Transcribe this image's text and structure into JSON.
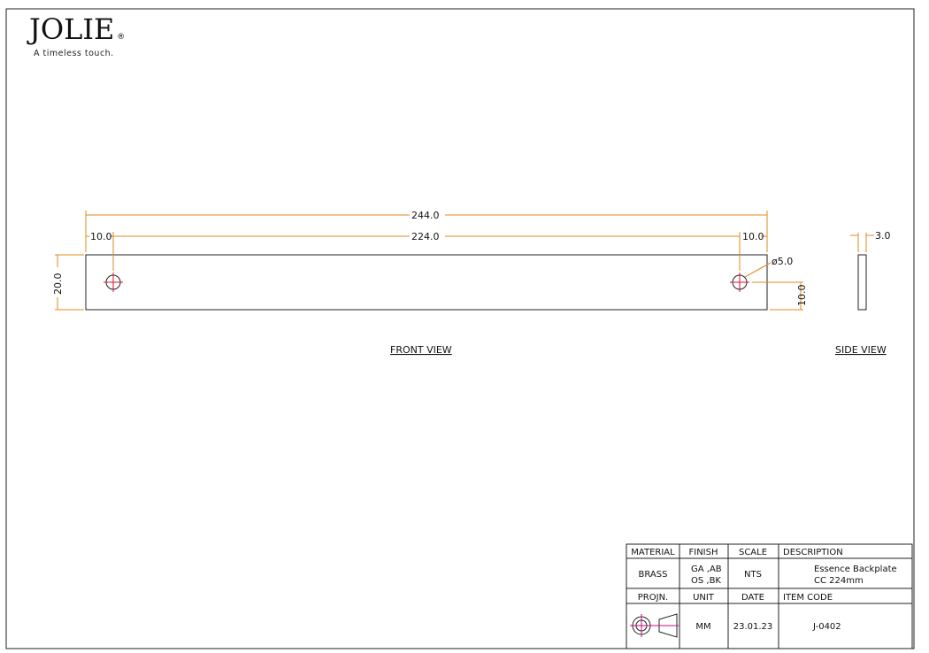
{
  "logo": {
    "brand": "JOLIE",
    "registered": "®",
    "tagline": "A timeless touch."
  },
  "front_view": {
    "label": "FRONT VIEW",
    "overall_length": "244.0",
    "hole_centers": "224.0",
    "left_offset": "10.0",
    "right_offset": "10.0",
    "height": "20.0",
    "hole_diameter": "ø5.0",
    "hole_vertical_offset": "10.0"
  },
  "side_view": {
    "label": "SIDE VIEW",
    "thickness": "3.0"
  },
  "title_block": {
    "headers": [
      "MATERIAL",
      "FINISH",
      "SCALE",
      "DESCRIPTION"
    ],
    "material": "BRASS",
    "finish_line1": "GA ,AB",
    "finish_line2": "OS ,BK",
    "scale": "NTS",
    "description_line1": "Essence Backplate",
    "description_line2": "CC 224mm",
    "headers2": [
      "PROJN.",
      "UNIT",
      "DATE",
      "ITEM CODE"
    ],
    "unit": "MM",
    "date": "23.01.23",
    "item_code": "J-0402"
  },
  "colors": {
    "dimension": "#e08a1e",
    "centerline": "#e0102a",
    "outline": "#222222"
  }
}
